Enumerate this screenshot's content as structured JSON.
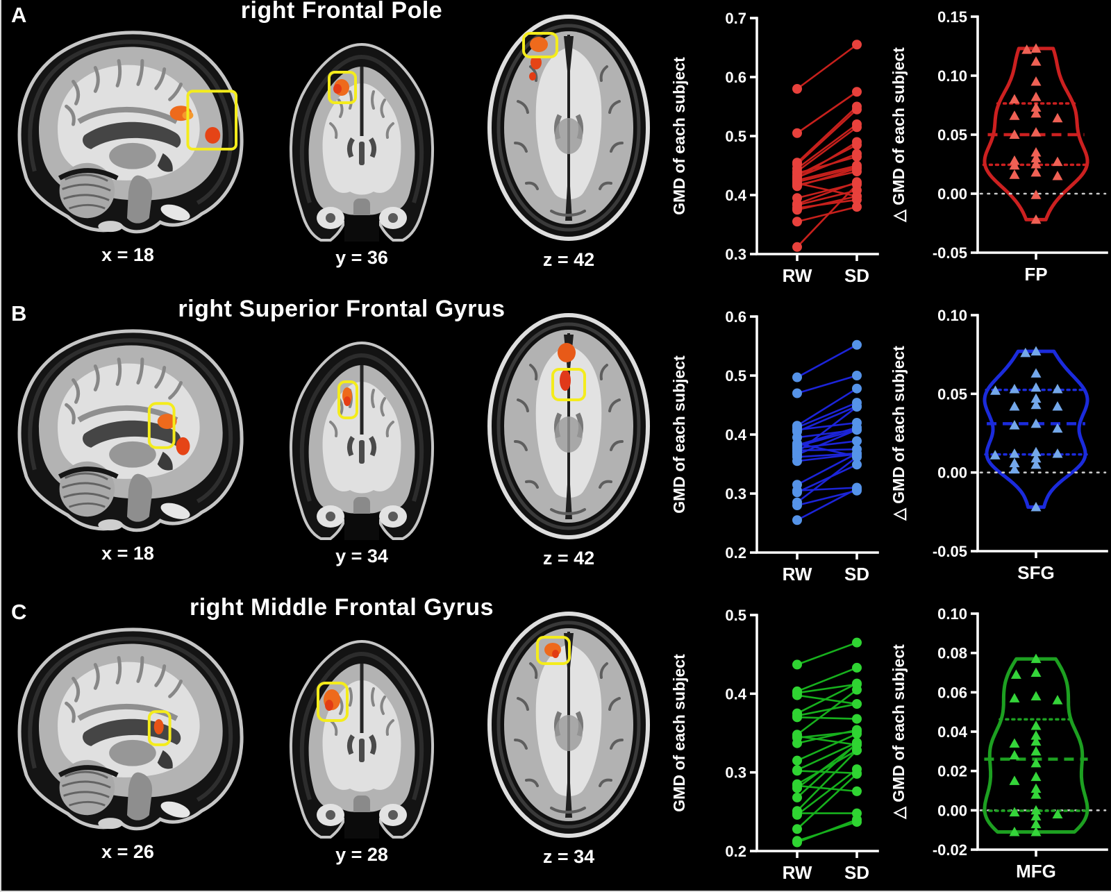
{
  "figure": {
    "background": "#000000",
    "accent_colors": {
      "activation_orange": "#ee6a1c",
      "activation_red": "#e53d16",
      "highlight_box_yellow": "#f4ec1c",
      "axis_white": "#ffffff"
    },
    "panels": [
      {
        "letter": "A",
        "title": "right Frontal Pole",
        "slices": [
          {
            "view": "sagittal",
            "label": "x = 18"
          },
          {
            "view": "coronal",
            "label": "y = 36"
          },
          {
            "view": "axial",
            "label": "z = 42"
          }
        ]
      },
      {
        "letter": "B",
        "title": "right Superior Frontal Gyrus",
        "slices": [
          {
            "view": "sagittal",
            "label": "x = 18"
          },
          {
            "view": "coronal",
            "label": "y = 34"
          },
          {
            "view": "axial",
            "label": "z = 42"
          }
        ]
      },
      {
        "letter": "C",
        "title": "right Middle Frontal Gyrus",
        "slices": [
          {
            "view": "sagittal",
            "label": "x = 26"
          },
          {
            "view": "coronal",
            "label": "y = 28"
          },
          {
            "view": "axial",
            "label": "z = 34"
          }
        ]
      }
    ]
  },
  "chart_data": [
    {
      "id": "A-paired",
      "type": "line",
      "subtype": "paired-scatter",
      "panel": "A",
      "ylabel": "GMD of each subject",
      "categories": [
        "RW",
        "SD"
      ],
      "ylim": [
        0.3,
        0.7
      ],
      "yticks": [
        "0.3",
        "0.4",
        "0.5",
        "0.6",
        "0.7"
      ],
      "marker_color": "#e8413c",
      "line_color": "#c6201c",
      "pairs": [
        [
          0.312,
          0.418
        ],
        [
          0.355,
          0.38
        ],
        [
          0.375,
          0.398
        ],
        [
          0.378,
          0.392
        ],
        [
          0.383,
          0.408
        ],
        [
          0.385,
          0.422
        ],
        [
          0.395,
          0.42
        ],
        [
          0.415,
          0.445
        ],
        [
          0.417,
          0.44
        ],
        [
          0.42,
          0.398
        ],
        [
          0.422,
          0.447
        ],
        [
          0.425,
          0.45
        ],
        [
          0.428,
          0.49
        ],
        [
          0.43,
          0.47
        ],
        [
          0.433,
          0.485
        ],
        [
          0.437,
          0.465
        ],
        [
          0.44,
          0.515
        ],
        [
          0.445,
          0.52
        ],
        [
          0.452,
          0.545
        ],
        [
          0.455,
          0.55
        ],
        [
          0.505,
          0.575
        ],
        [
          0.58,
          0.655
        ]
      ]
    },
    {
      "id": "A-violin",
      "type": "violin",
      "panel": "A",
      "ylabel": "△ GMD of each subject",
      "category": "FP",
      "ylim": [
        -0.05,
        0.15
      ],
      "yticks": [
        "-0.05",
        "0.00",
        "0.05",
        "0.10",
        "0.15"
      ],
      "outline_color": "#cc2020",
      "marker_color": "#ef6155",
      "zero_line": true,
      "values": [
        0.123,
        0.122,
        0.112,
        0.095,
        0.082,
        0.08,
        0.073,
        0.068,
        0.066,
        0.064,
        0.052,
        0.05,
        0.035,
        0.03,
        0.028,
        0.027,
        0.025,
        0.024,
        0.018,
        0.016,
        0.015,
        -0.001,
        -0.022
      ]
    },
    {
      "id": "B-paired",
      "type": "line",
      "subtype": "paired-scatter",
      "panel": "B",
      "ylabel": "GMD of each subject",
      "categories": [
        "RW",
        "SD"
      ],
      "ylim": [
        0.2,
        0.6
      ],
      "yticks": [
        "0.2",
        "0.3",
        "0.4",
        "0.5",
        "0.6"
      ],
      "marker_color": "#5593e8",
      "line_color": "#1c24d8",
      "pairs": [
        [
          0.255,
          0.308
        ],
        [
          0.28,
          0.305
        ],
        [
          0.285,
          0.362
        ],
        [
          0.302,
          0.349
        ],
        [
          0.305,
          0.31
        ],
        [
          0.315,
          0.368
        ],
        [
          0.355,
          0.367
        ],
        [
          0.362,
          0.368
        ],
        [
          0.366,
          0.408
        ],
        [
          0.37,
          0.447
        ],
        [
          0.373,
          0.375
        ],
        [
          0.377,
          0.389
        ],
        [
          0.38,
          0.408
        ],
        [
          0.382,
          0.412
        ],
        [
          0.385,
          0.363
        ],
        [
          0.395,
          0.408
        ],
        [
          0.405,
          0.448
        ],
        [
          0.408,
          0.42
        ],
        [
          0.412,
          0.454
        ],
        [
          0.415,
          0.478
        ],
        [
          0.47,
          0.5
        ],
        [
          0.497,
          0.552
        ]
      ]
    },
    {
      "id": "B-violin",
      "type": "violin",
      "panel": "B",
      "ylabel": "△ GMD of each subject",
      "category": "SFG",
      "ylim": [
        -0.05,
        0.1
      ],
      "yticks": [
        "-0.05",
        "0.00",
        "0.05",
        "0.10"
      ],
      "outline_color": "#1b2bdc",
      "marker_color": "#74a8ea",
      "zero_line": true,
      "values": [
        0.077,
        0.076,
        0.063,
        0.054,
        0.053,
        0.053,
        0.052,
        0.047,
        0.043,
        0.042,
        0.042,
        0.031,
        0.03,
        0.028,
        0.013,
        0.012,
        0.012,
        0.011,
        0.009,
        0.006,
        0.005,
        0.002,
        -0.022
      ]
    },
    {
      "id": "C-paired",
      "type": "line",
      "subtype": "paired-scatter",
      "panel": "C",
      "ylabel": "GMD of each subject",
      "categories": [
        "RW",
        "SD"
      ],
      "ylim": [
        0.2,
        0.5
      ],
      "yticks": [
        "0.2",
        "0.3",
        "0.4",
        "0.5"
      ],
      "marker_color": "#2fd432",
      "line_color": "#17b01d",
      "pairs": [
        [
          0.211,
          0.24
        ],
        [
          0.213,
          0.237
        ],
        [
          0.228,
          0.298
        ],
        [
          0.246,
          0.304
        ],
        [
          0.248,
          0.248
        ],
        [
          0.251,
          0.328
        ],
        [
          0.268,
          0.337
        ],
        [
          0.28,
          0.336
        ],
        [
          0.283,
          0.276
        ],
        [
          0.285,
          0.328
        ],
        [
          0.302,
          0.299
        ],
        [
          0.303,
          0.338
        ],
        [
          0.315,
          0.349
        ],
        [
          0.337,
          0.354
        ],
        [
          0.344,
          0.352
        ],
        [
          0.346,
          0.335
        ],
        [
          0.348,
          0.405
        ],
        [
          0.37,
          0.368
        ],
        [
          0.372,
          0.387
        ],
        [
          0.375,
          0.413
        ],
        [
          0.398,
          0.387
        ],
        [
          0.401,
          0.412
        ],
        [
          0.403,
          0.433
        ],
        [
          0.437,
          0.465
        ]
      ]
    },
    {
      "id": "C-violin",
      "type": "violin",
      "panel": "C",
      "ylabel": "△ GMD of each subject",
      "category": "MFG",
      "ylim": [
        -0.02,
        0.1
      ],
      "yticks": [
        "-0.02",
        "0.00",
        "0.02",
        "0.04",
        "0.06",
        "0.08",
        "0.10"
      ],
      "outline_color": "#1da021",
      "marker_color": "#35d53a",
      "zero_line": true,
      "values": [
        0.077,
        0.07,
        0.069,
        0.058,
        0.057,
        0.056,
        0.043,
        0.038,
        0.035,
        0.034,
        0.03,
        0.028,
        0.024,
        0.017,
        0.015,
        0.011,
        0.008,
        0.0,
        -0.001,
        -0.002,
        -0.003,
        -0.007,
        -0.011,
        -0.011
      ]
    }
  ]
}
